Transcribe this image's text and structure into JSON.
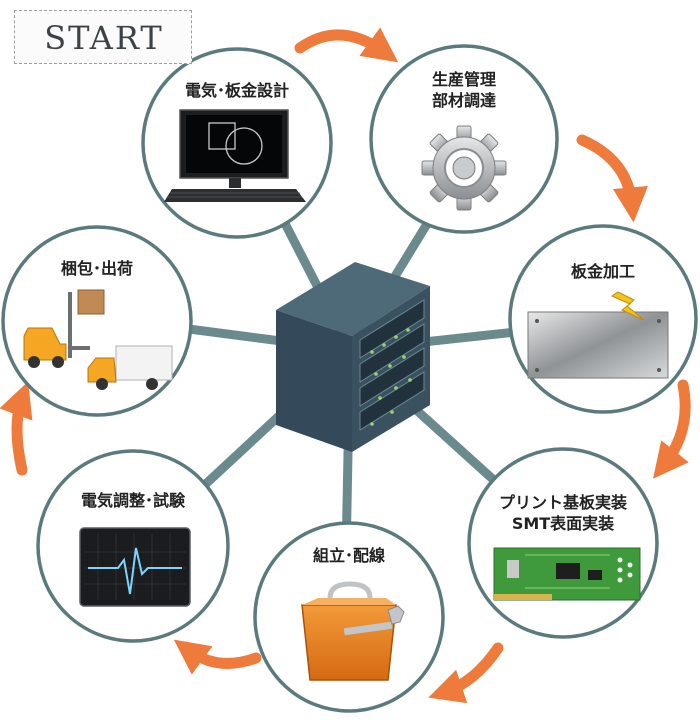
{
  "start_label": "START",
  "colors": {
    "ring": "#5b7a7d",
    "spoke": "#6b8a8d",
    "arrow": "#ee7a3c",
    "hub": "#3f5866"
  },
  "nodes": [
    {
      "id": "design",
      "lines": [
        "電気･板金設計"
      ],
      "icon": "monitor-icon"
    },
    {
      "id": "procurement",
      "lines": [
        "生産管理",
        "部材調達"
      ],
      "icon": "gear-icon"
    },
    {
      "id": "sheetmetal",
      "lines": [
        "板金加工"
      ],
      "icon": "metal-plate-icon"
    },
    {
      "id": "smt",
      "lines": [
        "プリント基板実装",
        "SMT表面実装"
      ],
      "icon": "circuit-board-icon"
    },
    {
      "id": "assembly",
      "lines": [
        "組立･配線"
      ],
      "icon": "toolbox-icon"
    },
    {
      "id": "testing",
      "lines": [
        "電気調整･試験"
      ],
      "icon": "oscilloscope-icon"
    },
    {
      "id": "shipping",
      "lines": [
        "梱包･出荷"
      ],
      "icon": "forklift-truck-icon"
    }
  ],
  "hub_icon": "server-rack-icon"
}
